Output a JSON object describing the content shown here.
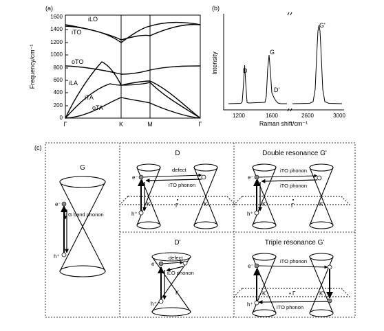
{
  "panel_a": {
    "label": "(a)",
    "ylabel": "Frequency/cm⁻¹",
    "yticks": [
      "0",
      "200",
      "400",
      "600",
      "800",
      "1000",
      "1200",
      "1400",
      "1600"
    ],
    "xticks": [
      "Γ",
      "K",
      "M",
      "Γ"
    ],
    "branch_labels": [
      "iLO",
      "iTO",
      "oTO",
      "iLA",
      "iTA",
      "oTA"
    ]
  },
  "panel_b": {
    "label": "(b)",
    "ylabel": "Intensity",
    "xlabel": "Raman shift/cm⁻¹",
    "xticks": [
      "1200",
      "1600",
      "2600",
      "3000"
    ],
    "peaks": [
      "D",
      "G",
      "D'",
      "G'"
    ]
  },
  "panel_c": {
    "label": "(c)",
    "g": {
      "title": "G",
      "e": "e⁻",
      "h": "h⁺",
      "phonon": "G band phonon"
    },
    "d": {
      "title": "D",
      "defect": "defect",
      "phonon": "iTO phonon",
      "e": "e⁻",
      "h": "h⁺",
      "k": "K",
      "k2": "K'",
      "gamma": "Γ"
    },
    "dr": {
      "title": "Double resonance G'",
      "phonon1": "iTO phonon",
      "phonon2": "iTO phonon",
      "e": "e⁻",
      "h": "h⁺",
      "k": "K",
      "k2": "K'",
      "gamma": "Γ"
    },
    "dp": {
      "title": "D'",
      "defect": "defect",
      "phonon": "iLO phonon",
      "e": "e⁻",
      "h": "h⁺",
      "k": "K"
    },
    "tr": {
      "title": "Triple resonance G'",
      "phonon1": "iTO phonon",
      "phonon2": "iTO phonon",
      "e": "e⁻",
      "h": "h⁺",
      "k": "K",
      "k2": "K'",
      "gamma": "• Γ"
    }
  }
}
